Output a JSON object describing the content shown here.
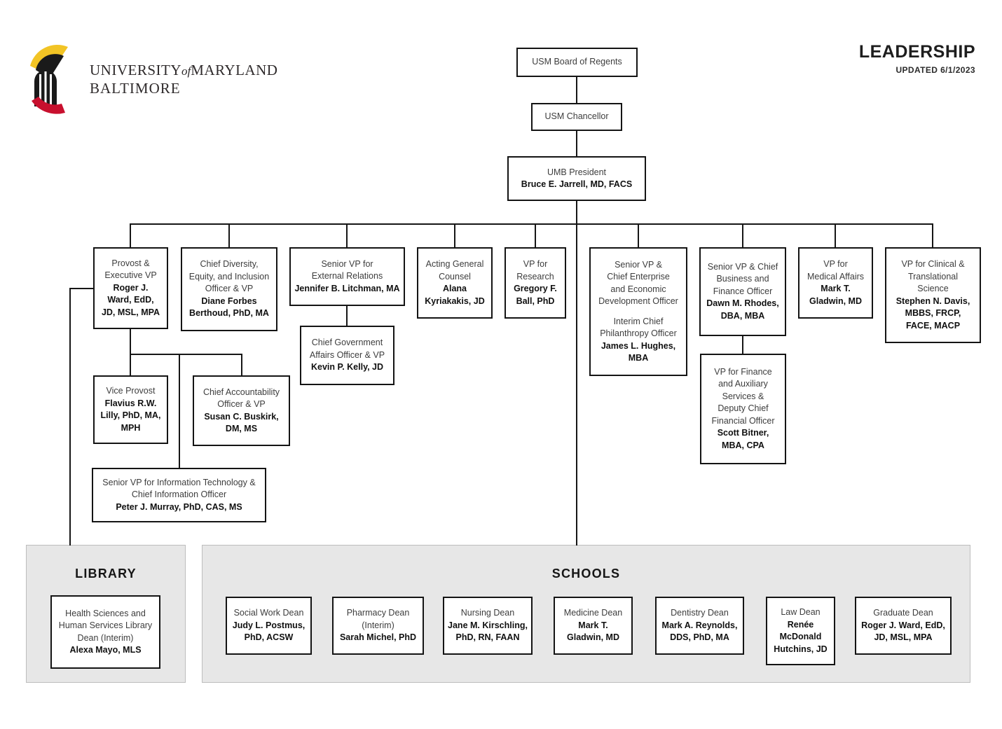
{
  "header": {
    "wordmark": {
      "part1": "UNIVERSITY",
      "of": "of",
      "part2": "MARYLAND",
      "line2": "BALTIMORE"
    },
    "title": "LEADERSHIP",
    "updated": "UPDATED 6/1/2023"
  },
  "colors": {
    "logo_red": "#C8102E",
    "logo_yellow": "#F2C425",
    "logo_black": "#1a1a1a",
    "section_bg": "#e7e7e7",
    "line_black": "#161616"
  },
  "boxes": {
    "board": {
      "lines": [
        {
          "t": "USM Board of Regents",
          "b": false
        }
      ]
    },
    "chancellor": {
      "lines": [
        {
          "t": "USM Chancellor",
          "b": false
        }
      ]
    },
    "president": {
      "lines": [
        {
          "t": "UMB President",
          "b": false
        },
        {
          "t": "Bruce E. Jarrell, MD, FACS",
          "b": true
        }
      ]
    },
    "provost": {
      "lines": [
        {
          "t": "Provost &",
          "b": false
        },
        {
          "t": "Executive VP",
          "b": false
        },
        {
          "t": "Roger J.",
          "b": true
        },
        {
          "t": "Ward, EdD,",
          "b": true
        },
        {
          "t": "JD, MSL, MPA",
          "b": true
        }
      ]
    },
    "diversity": {
      "lines": [
        {
          "t": "Chief Diversity,",
          "b": false
        },
        {
          "t": "Equity, and Inclusion",
          "b": false
        },
        {
          "t": "Officer & VP",
          "b": false
        },
        {
          "t": "Diane Forbes",
          "b": true
        },
        {
          "t": "Berthoud, PhD, MA",
          "b": true
        }
      ]
    },
    "external": {
      "lines": [
        {
          "t": "Senior VP for",
          "b": false
        },
        {
          "t": "External Relations",
          "b": false
        },
        {
          "t": "Jennifer B. Litchman, MA",
          "b": true
        }
      ]
    },
    "counsel": {
      "lines": [
        {
          "t": "Acting General",
          "b": false
        },
        {
          "t": "Counsel",
          "b": false
        },
        {
          "t": "Alana",
          "b": true
        },
        {
          "t": "Kyriakakis, JD",
          "b": true
        }
      ]
    },
    "research": {
      "lines": [
        {
          "t": "VP for",
          "b": false
        },
        {
          "t": "Research",
          "b": false
        },
        {
          "t": "Gregory F.",
          "b": true
        },
        {
          "t": "Ball, PhD",
          "b": true
        }
      ]
    },
    "enterprise": {
      "lines": [
        {
          "t": "Senior VP &",
          "b": false
        },
        {
          "t": "Chief Enterprise",
          "b": false
        },
        {
          "t": "and Economic",
          "b": false
        },
        {
          "t": "Development Officer",
          "b": false
        },
        {
          "t": "",
          "b": false
        },
        {
          "t": "Interim Chief",
          "b": false
        },
        {
          "t": "Philanthropy Officer",
          "b": false
        },
        {
          "t": "James L. Hughes,",
          "b": true
        },
        {
          "t": "MBA",
          "b": true
        }
      ]
    },
    "business": {
      "lines": [
        {
          "t": "Senior VP & Chief",
          "b": false
        },
        {
          "t": "Business and",
          "b": false
        },
        {
          "t": "Finance Officer",
          "b": false
        },
        {
          "t": "Dawn M. Rhodes,",
          "b": true
        },
        {
          "t": "DBA, MBA",
          "b": true
        }
      ]
    },
    "medaffairs": {
      "lines": [
        {
          "t": "VP for",
          "b": false
        },
        {
          "t": "Medical Affairs",
          "b": false
        },
        {
          "t": "Mark T.",
          "b": true
        },
        {
          "t": "Gladwin, MD",
          "b": true
        }
      ]
    },
    "clinical": {
      "lines": [
        {
          "t": "VP for Clinical &",
          "b": false
        },
        {
          "t": "Translational",
          "b": false
        },
        {
          "t": "Science",
          "b": false
        },
        {
          "t": "Stephen N. Davis,",
          "b": true
        },
        {
          "t": "MBBS, FRCP,",
          "b": true
        },
        {
          "t": "FACE, MACP",
          "b": true
        }
      ]
    },
    "govaffairs": {
      "lines": [
        {
          "t": "Chief Government",
          "b": false
        },
        {
          "t": "Affairs Officer & VP",
          "b": false
        },
        {
          "t": "Kevin P. Kelly, JD",
          "b": true
        }
      ]
    },
    "viceprovost": {
      "lines": [
        {
          "t": "Vice Provost",
          "b": false
        },
        {
          "t": "Flavius R.W.",
          "b": true
        },
        {
          "t": "Lilly, PhD, MA,",
          "b": true
        },
        {
          "t": "MPH",
          "b": true
        }
      ]
    },
    "accountability": {
      "lines": [
        {
          "t": "Chief Accountability",
          "b": false
        },
        {
          "t": "Officer & VP",
          "b": false
        },
        {
          "t": "Susan C. Buskirk,",
          "b": true
        },
        {
          "t": "DM, MS",
          "b": true
        }
      ]
    },
    "it": {
      "lines": [
        {
          "t": "Senior VP for Information Technology &",
          "b": false
        },
        {
          "t": "Chief Information Officer",
          "b": false
        },
        {
          "t": "Peter J. Murray, PhD, CAS, MS",
          "b": true
        }
      ]
    },
    "finance": {
      "lines": [
        {
          "t": "VP for Finance",
          "b": false
        },
        {
          "t": "and Auxiliary",
          "b": false
        },
        {
          "t": "Services &",
          "b": false
        },
        {
          "t": "Deputy Chief",
          "b": false
        },
        {
          "t": "Financial Officer",
          "b": false
        },
        {
          "t": "Scott Bitner,",
          "b": true
        },
        {
          "t": "MBA, CPA",
          "b": true
        }
      ]
    }
  },
  "library": {
    "title": "LIBRARY",
    "box": {
      "lines": [
        {
          "t": "Health Sciences and",
          "b": false
        },
        {
          "t": "Human Services Library",
          "b": false
        },
        {
          "t": "Dean (Interim)",
          "b": false
        },
        {
          "t": "Alexa Mayo, MLS",
          "b": true
        }
      ]
    }
  },
  "schools": {
    "title": "SCHOOLS",
    "boxes": {
      "socialwork": {
        "lines": [
          {
            "t": "Social Work Dean",
            "b": false
          },
          {
            "t": "Judy L. Postmus,",
            "b": true
          },
          {
            "t": "PhD, ACSW",
            "b": true
          }
        ]
      },
      "pharmacy": {
        "lines": [
          {
            "t": "Pharmacy Dean",
            "b": false
          },
          {
            "t": "(Interim)",
            "b": false
          },
          {
            "t": "Sarah Michel, PhD",
            "b": true
          }
        ]
      },
      "nursing": {
        "lines": [
          {
            "t": "Nursing Dean",
            "b": false
          },
          {
            "t": "Jane M. Kirschling,",
            "b": true
          },
          {
            "t": "PhD, RN, FAAN",
            "b": true
          }
        ]
      },
      "medicine": {
        "lines": [
          {
            "t": "Medicine Dean",
            "b": false
          },
          {
            "t": "Mark T.",
            "b": true
          },
          {
            "t": "Gladwin, MD",
            "b": true
          }
        ]
      },
      "dentistry": {
        "lines": [
          {
            "t": "Dentistry Dean",
            "b": false
          },
          {
            "t": "Mark A. Reynolds,",
            "b": true
          },
          {
            "t": "DDS, PhD, MA",
            "b": true
          }
        ]
      },
      "law": {
        "lines": [
          {
            "t": "Law Dean",
            "b": false
          },
          {
            "t": "Renée",
            "b": true
          },
          {
            "t": "McDonald",
            "b": true
          },
          {
            "t": "Hutchins, JD",
            "b": true
          }
        ]
      },
      "graduate": {
        "lines": [
          {
            "t": "Graduate Dean",
            "b": false
          },
          {
            "t": "Roger J. Ward, EdD,",
            "b": true
          },
          {
            "t": "JD, MSL, MPA",
            "b": true
          }
        ]
      }
    }
  }
}
